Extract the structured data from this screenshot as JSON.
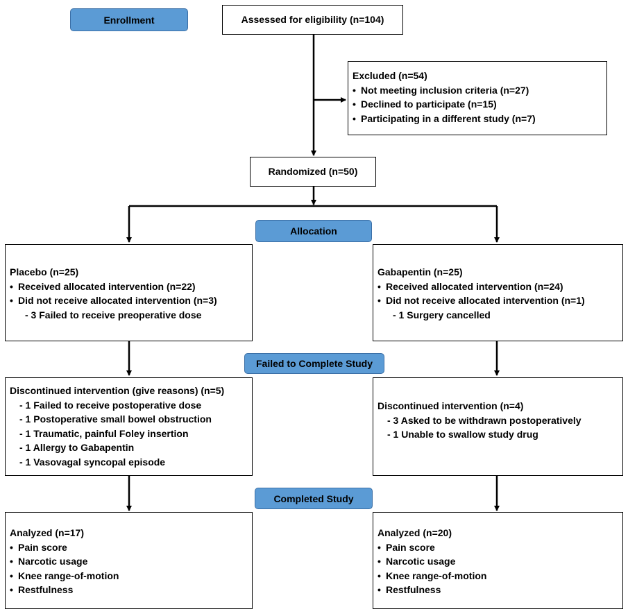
{
  "labels": {
    "enrollment": "Enrollment",
    "allocation": "Allocation",
    "failed_to_complete": "Failed to Complete Study",
    "completed": "Completed Study"
  },
  "assessed": "Assessed for eligibility (n=104)",
  "excluded": {
    "title": "Excluded (n=54)",
    "items": [
      "Not meeting inclusion criteria (n=27)",
      "Declined to participate (n=15)",
      "Participating in a different study (n=7)"
    ]
  },
  "randomized": "Randomized (n=50)",
  "placebo": {
    "title": "Placebo (n=25)",
    "items": [
      "Received allocated intervention (n=22)",
      "Did not receive allocated intervention (n=3)"
    ],
    "sub": "- 3 Failed to receive preoperative dose"
  },
  "gabapentin": {
    "title": "Gabapentin (n=25)",
    "items": [
      "Received allocated intervention (n=24)",
      "Did not receive allocated intervention (n=1)"
    ],
    "sub": "- 1 Surgery cancelled"
  },
  "placebo_discontinued": {
    "title": "Discontinued intervention (give reasons) (n=5)",
    "subs": [
      "- 1 Failed to receive postoperative dose",
      "- 1 Postoperative small bowel obstruction",
      "- 1 Traumatic, painful Foley insertion",
      "- 1 Allergy to Gabapentin",
      "- 1 Vasovagal syncopal episode"
    ]
  },
  "gabapentin_discontinued": {
    "title": "Discontinued intervention (n=4)",
    "subs": [
      "- 3 Asked to be withdrawn postoperatively",
      "- 1 Unable to swallow study drug"
    ]
  },
  "placebo_analyzed": {
    "title": "Analyzed (n=17)",
    "items": [
      "Pain score",
      "Narcotic usage",
      "Knee range-of-motion",
      "Restfulness"
    ]
  },
  "gabapentin_analyzed": {
    "title": "Analyzed (n=20)",
    "items": [
      "Pain score",
      "Narcotic usage",
      "Knee range-of-motion",
      "Restfulness"
    ]
  }
}
